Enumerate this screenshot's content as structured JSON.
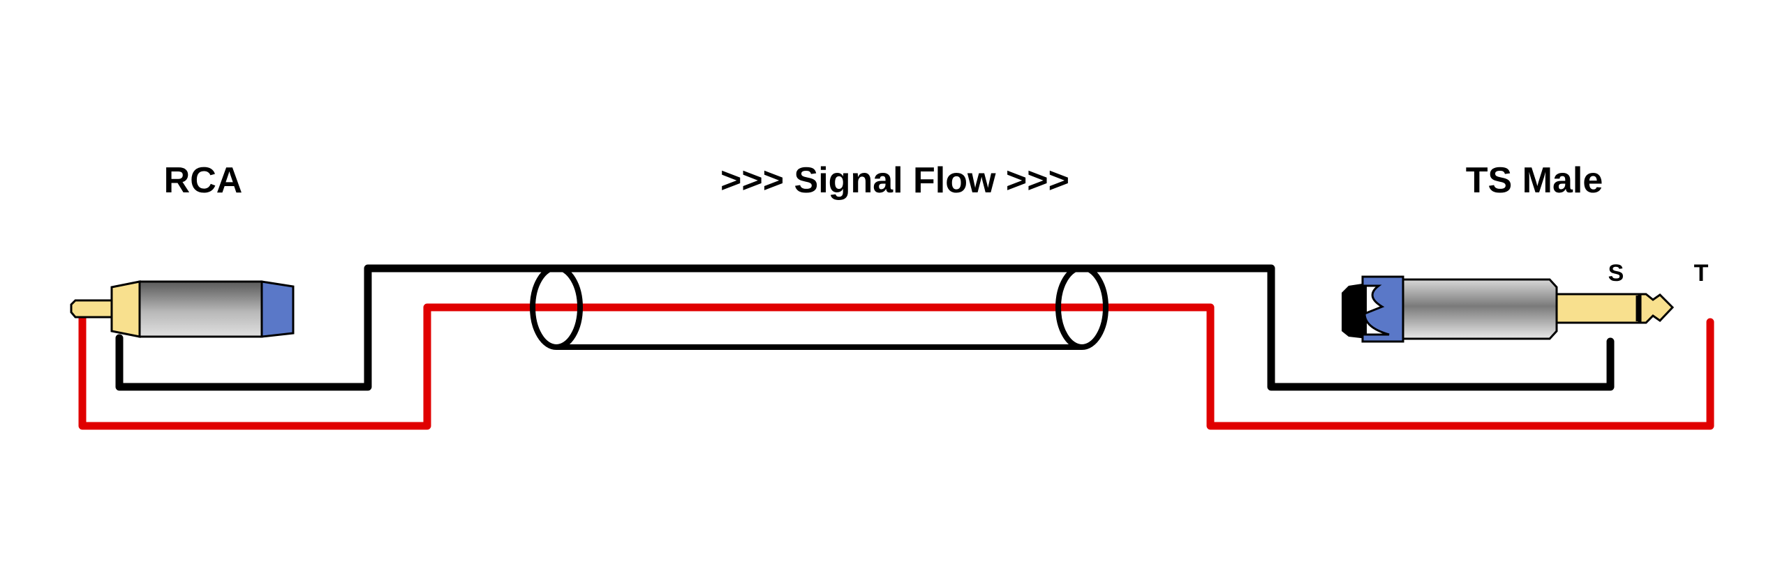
{
  "labels": {
    "left_connector": "RCA",
    "signal_flow": ">>> Signal Flow >>>",
    "right_connector": "TS Male",
    "sleeve": "S",
    "tip": "T"
  },
  "colors": {
    "hot_wire": "#e00000",
    "ground_wire": "#000000",
    "gold": "#f8e08e",
    "blue": "#5a78c8"
  }
}
